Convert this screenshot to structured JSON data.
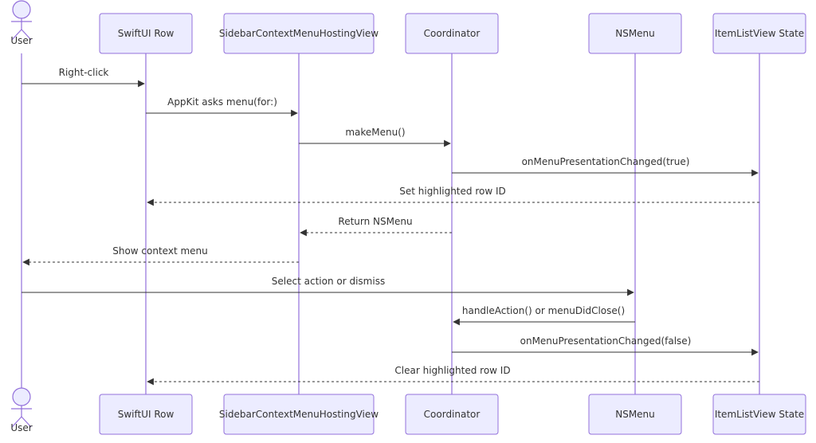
{
  "participants": [
    {
      "id": "user",
      "label": "User",
      "kind": "actor"
    },
    {
      "id": "row",
      "label": "SwiftUI Row",
      "kind": "box"
    },
    {
      "id": "host",
      "label": "SidebarContextMenuHostingView",
      "kind": "box"
    },
    {
      "id": "coord",
      "label": "Coordinator",
      "kind": "box"
    },
    {
      "id": "nsmenu",
      "label": "NSMenu",
      "kind": "box"
    },
    {
      "id": "state",
      "label": "ItemListView State",
      "kind": "box"
    }
  ],
  "messages": [
    {
      "from": "user",
      "to": "row",
      "text": "Right-click",
      "style": "solid"
    },
    {
      "from": "row",
      "to": "host",
      "text": "AppKit asks menu(for:)",
      "style": "solid"
    },
    {
      "from": "host",
      "to": "coord",
      "text": "makeMenu()",
      "style": "solid"
    },
    {
      "from": "coord",
      "to": "state",
      "text": "onMenuPresentationChanged(true)",
      "style": "solid"
    },
    {
      "from": "state",
      "to": "row",
      "text": "Set highlighted row ID",
      "style": "dashed"
    },
    {
      "from": "coord",
      "to": "host",
      "text": "Return NSMenu",
      "style": "dashed"
    },
    {
      "from": "host",
      "to": "user",
      "text": "Show context menu",
      "style": "dashed"
    },
    {
      "from": "user",
      "to": "nsmenu",
      "text": "Select action or dismiss",
      "style": "solid"
    },
    {
      "from": "nsmenu",
      "to": "coord",
      "text": "handleAction() or menuDidClose()",
      "style": "solid"
    },
    {
      "from": "coord",
      "to": "state",
      "text": "onMenuPresentationChanged(false)",
      "style": "solid"
    },
    {
      "from": "state",
      "to": "row",
      "text": "Clear highlighted row ID",
      "style": "dashed"
    }
  ],
  "colors": {
    "box_fill": "#ECECFF",
    "box_stroke": "#9370DB",
    "lifeline": "#9370DB",
    "message": "#333333"
  }
}
